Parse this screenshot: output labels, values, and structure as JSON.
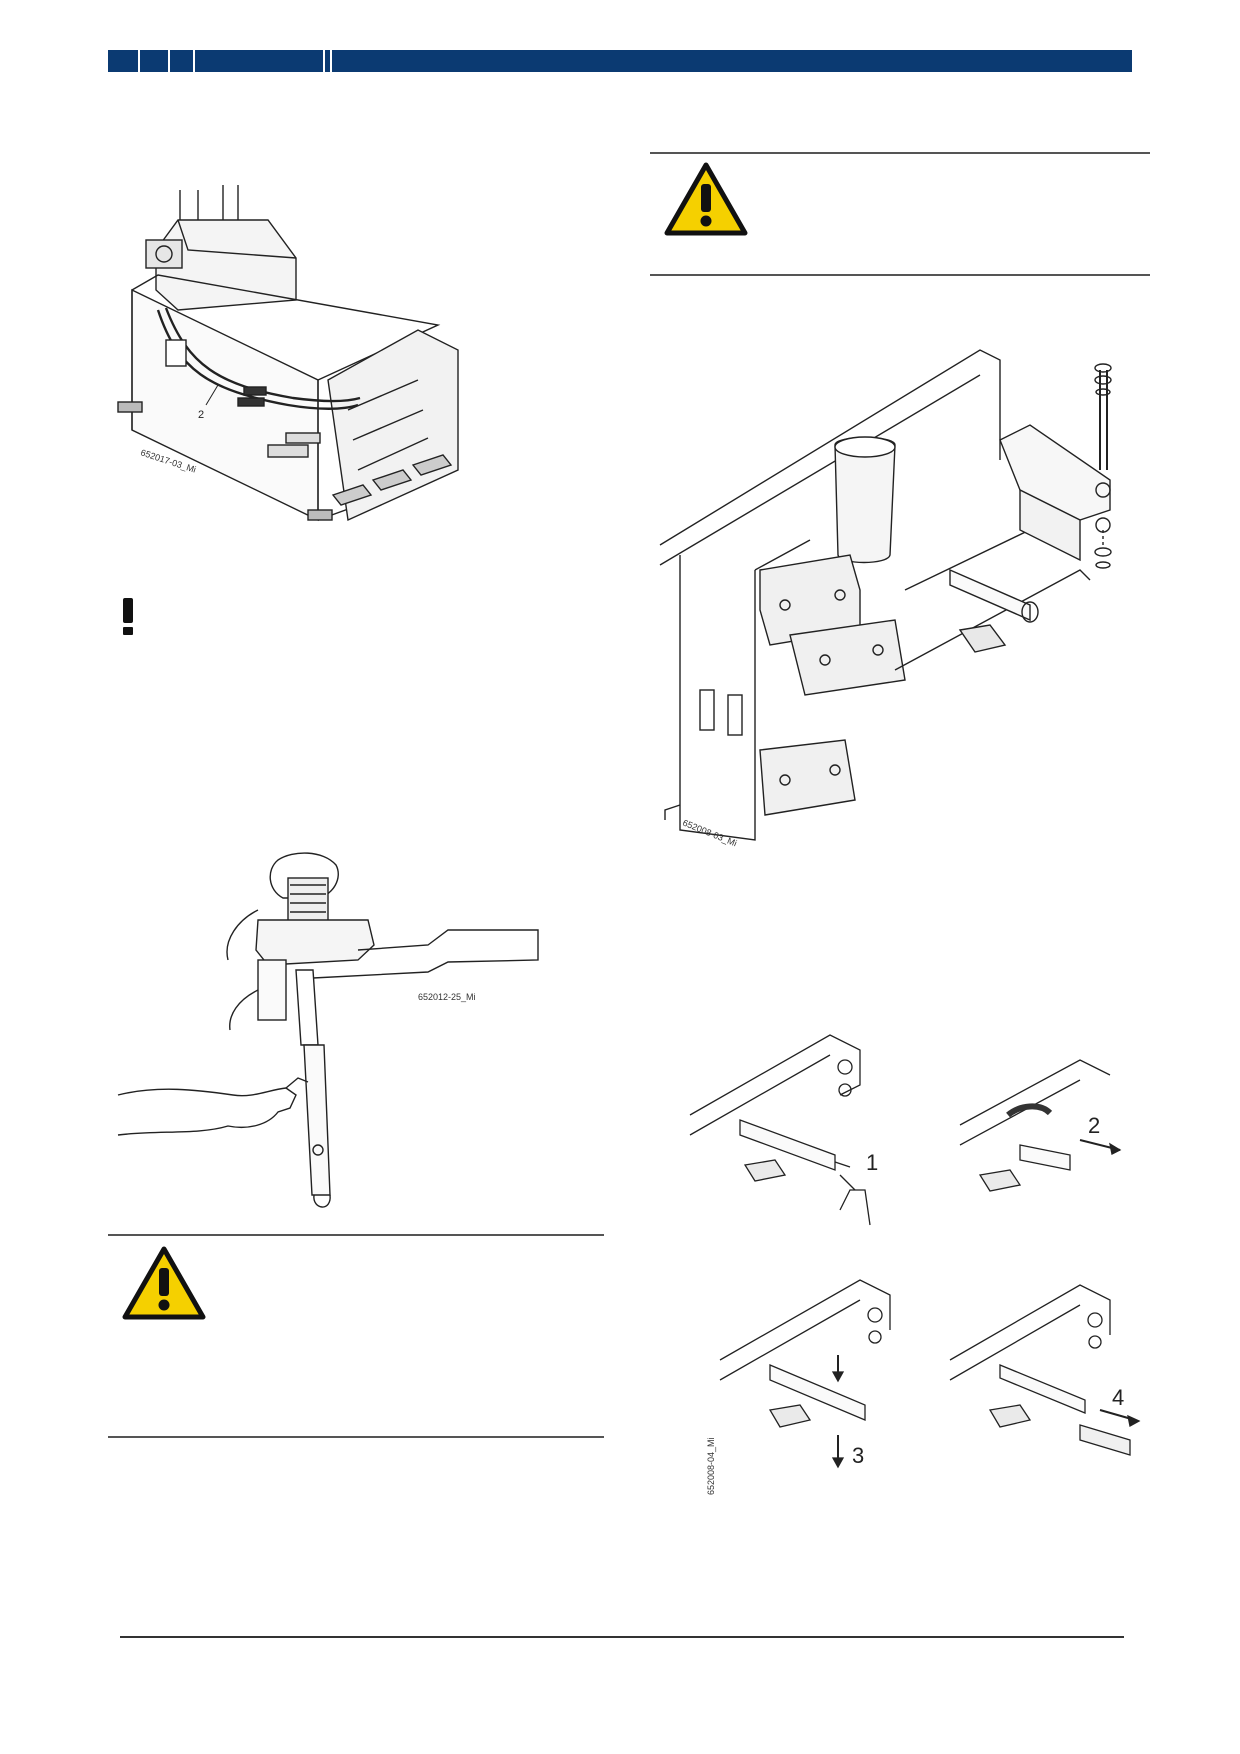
{
  "figures": {
    "base_unit": {
      "callout": "2",
      "id": "652017-03_Mi"
    },
    "pliers": {
      "id": "652012-25_Mi"
    },
    "lift_arm": {
      "id": "652008-03_Mi"
    },
    "pin_removal": {
      "id": "652008-04_Mi",
      "steps": [
        "1",
        "2",
        "3",
        "4"
      ]
    }
  },
  "icons": {
    "notice": "exclamation-icon",
    "warning": "warning-triangle-icon"
  },
  "colors": {
    "header_blue": "#0b3a72",
    "warning_yellow": "#f5d000"
  }
}
